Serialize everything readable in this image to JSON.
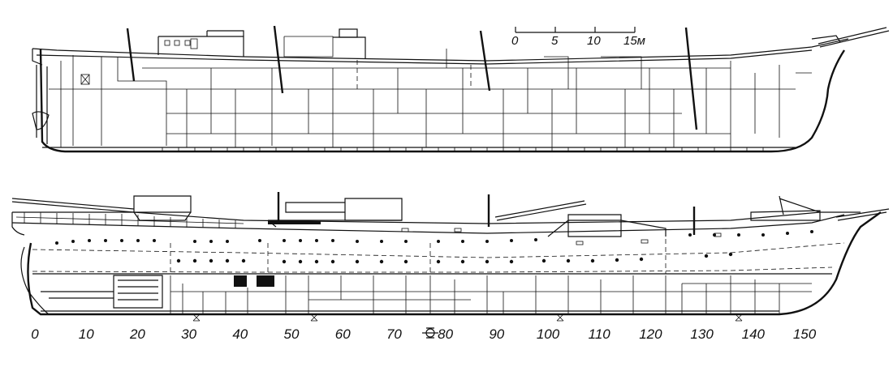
{
  "scale_bar": {
    "ticks": [
      "0",
      "5",
      "10",
      "15м"
    ]
  },
  "frame_axis": {
    "labels": [
      "0",
      "10",
      "20",
      "30",
      "40",
      "50",
      "60",
      "70",
      "80",
      "90",
      "100",
      "110",
      "120",
      "130",
      "140",
      "150"
    ]
  }
}
